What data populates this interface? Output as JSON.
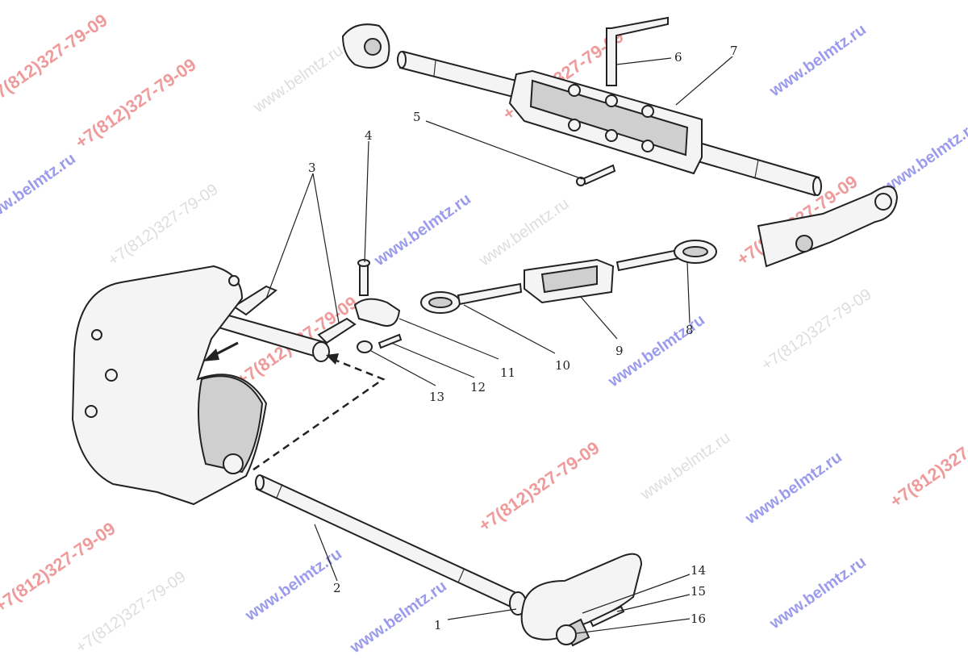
{
  "diagram": {
    "part_labels": [
      "1",
      "2",
      "3",
      "4",
      "5",
      "6",
      "7",
      "8",
      "9",
      "10",
      "11",
      "12",
      "13",
      "14",
      "15",
      "16"
    ]
  },
  "watermarks": {
    "phone": "+7(812)327-79-09",
    "site": "www.belmtz.ru"
  },
  "colors": {
    "phone_watermark": "#e24a4a",
    "site_watermark": "#4a4ae0",
    "line_art": "#222222"
  }
}
